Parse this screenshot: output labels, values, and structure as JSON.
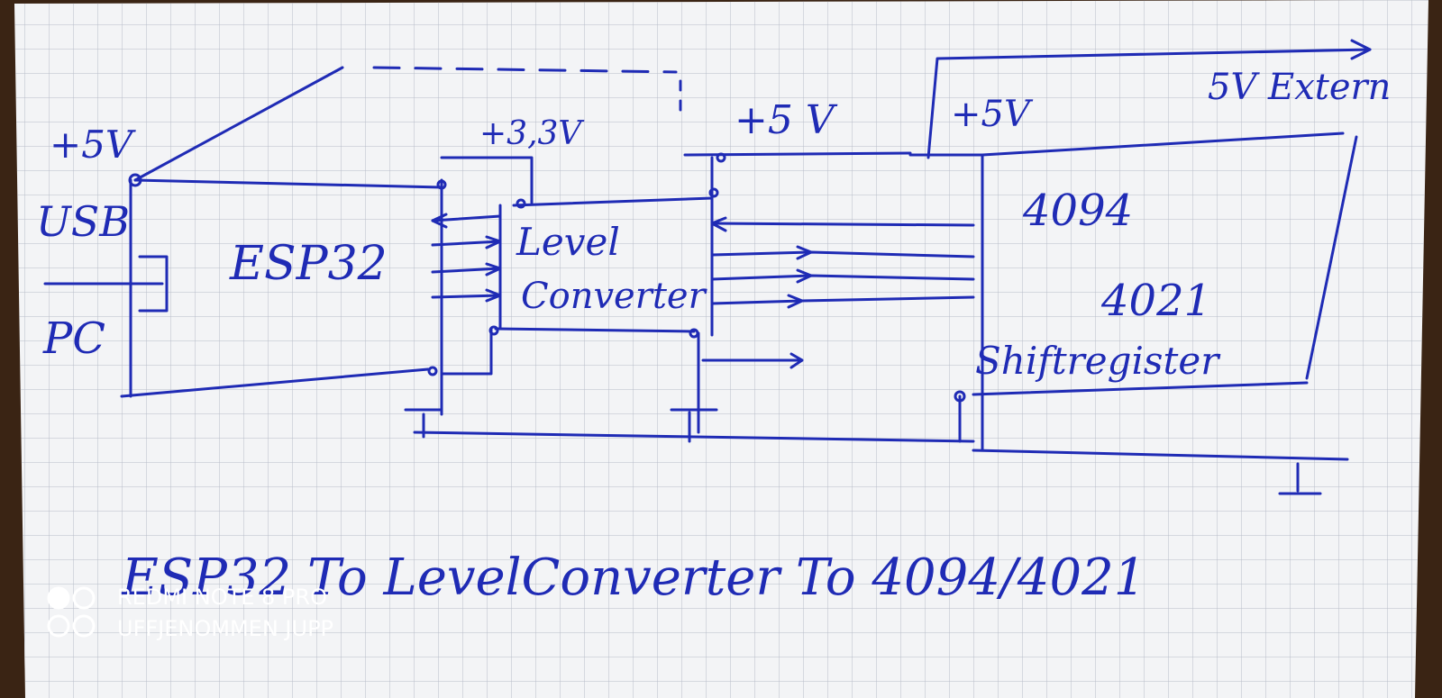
{
  "labels": {
    "v5_left": "+5V",
    "usb": "USB",
    "pc": "PC",
    "esp32": "ESP32",
    "v33": "+3,3V",
    "level": "Level",
    "converter": "Converter",
    "v5_mid": "+5 V",
    "v5_right": "+5V",
    "v5_ext": "5V Extern",
    "ic_4094": "4094",
    "ic_4021": "4021",
    "shiftregister": "Shiftregister",
    "caption": "ESP32 To LevelConverter To 4094/4021"
  },
  "watermark": {
    "line1": "REDMI NOTE 8 PRO",
    "line2": "UFFJENOMMEN  JUPP"
  },
  "colors": {
    "ink": "#1f2bb5",
    "paper": "#f3f4f6",
    "grid": "#b7bcc8",
    "wood": "#3a2414"
  }
}
